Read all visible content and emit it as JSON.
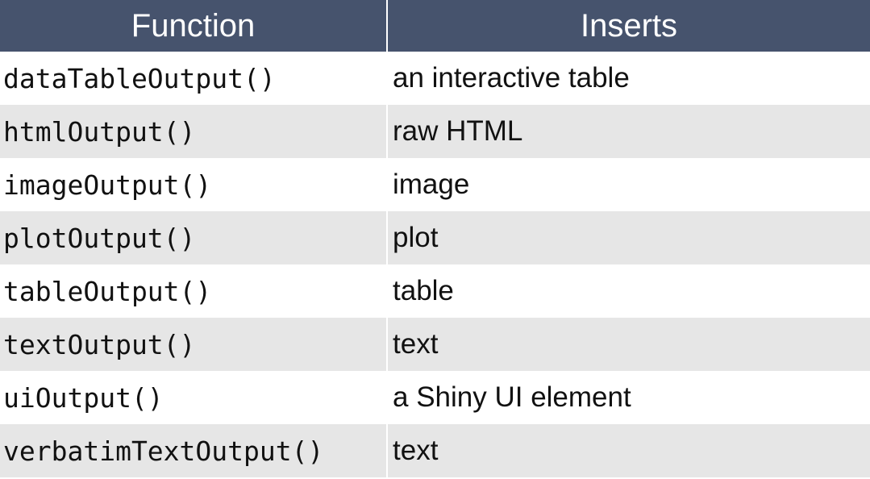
{
  "header": {
    "col_function": "Function",
    "col_inserts": "Inserts"
  },
  "rows": [
    {
      "function": "dataTableOutput()",
      "inserts": "an interactive table"
    },
    {
      "function": "htmlOutput()",
      "inserts": "raw HTML"
    },
    {
      "function": "imageOutput()",
      "inserts": "image"
    },
    {
      "function": "plotOutput()",
      "inserts": "plot"
    },
    {
      "function": "tableOutput()",
      "inserts": "table"
    },
    {
      "function": "textOutput()",
      "inserts": "text"
    },
    {
      "function": "uiOutput()",
      "inserts": "a Shiny UI element"
    },
    {
      "function": "verbatimTextOutput()",
      "inserts": "text"
    }
  ],
  "colors": {
    "header_bg": "#46536d",
    "row_alt_bg": "#e6e6e6"
  }
}
